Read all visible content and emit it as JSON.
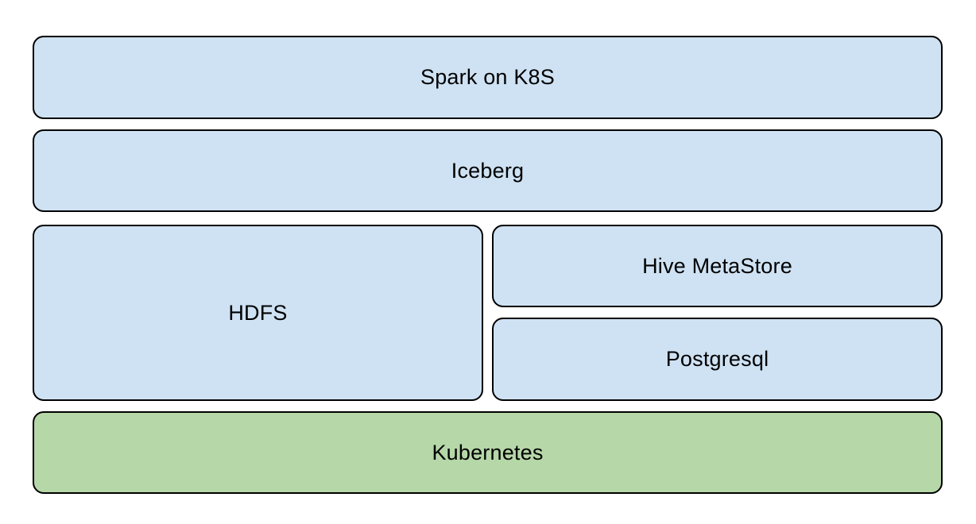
{
  "diagram": {
    "type": "architecture-stack",
    "colors": {
      "component_fill": "#cfe2f3",
      "platform_fill": "#b6d7a8",
      "border": "#000000",
      "text": "#000000",
      "background": "#ffffff"
    },
    "nodes": {
      "spark": {
        "label": "Spark on K8S",
        "fill": "#cfe2f3"
      },
      "iceberg": {
        "label": "Iceberg",
        "fill": "#cfe2f3"
      },
      "hdfs": {
        "label": "HDFS",
        "fill": "#cfe2f3"
      },
      "hive": {
        "label": "Hive MetaStore",
        "fill": "#cfe2f3"
      },
      "postgresql": {
        "label": "Postgresql",
        "fill": "#cfe2f3"
      },
      "kubernetes": {
        "label": "Kubernetes",
        "fill": "#b6d7a8"
      }
    }
  }
}
